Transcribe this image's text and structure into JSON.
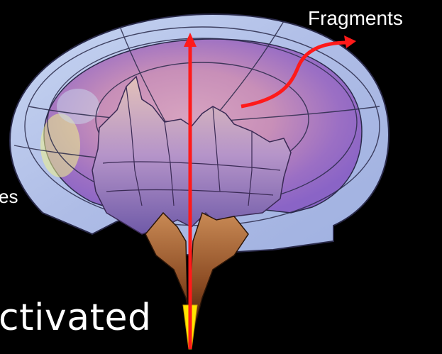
{
  "labels": {
    "fragments": "Fragments",
    "left_fragment": "es",
    "bottom_fragment": "ctivated"
  },
  "colors": {
    "background": "#000000",
    "arrow": "#ff1a1a",
    "funnel_tip": "#ffe600",
    "rim": "#b8c6ea"
  },
  "icons": [
    "vertical-arrow-icon",
    "curved-arrow-icon"
  ]
}
